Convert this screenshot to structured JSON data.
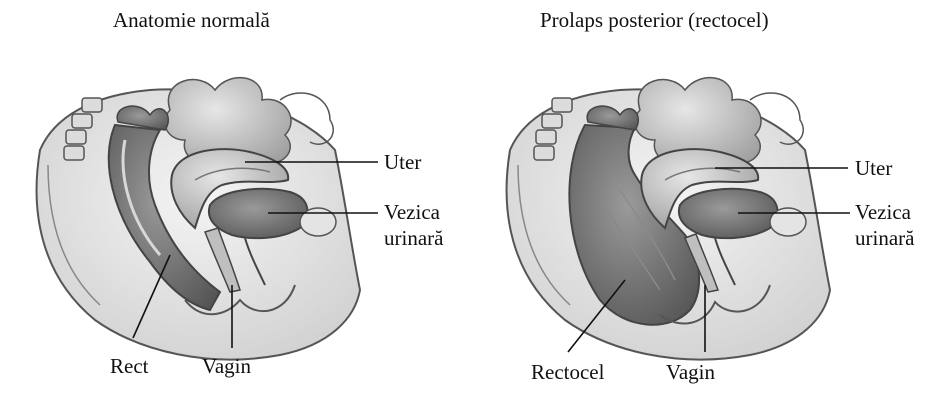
{
  "left_panel": {
    "title": "Anatomie normală",
    "labels": {
      "uter": "Uter",
      "vezica_l1": "Vezica",
      "vezica_l2": "urinară",
      "rect": "Rect",
      "vagin": "Vagin"
    }
  },
  "right_panel": {
    "title": "Prolaps posterior (rectocel)",
    "labels": {
      "uter": "Uter",
      "vezica_l1": "Vezica",
      "vezica_l2": "urinară",
      "rectocel": "Rectocel",
      "vagin": "Vagin"
    }
  },
  "colors": {
    "outline": "#4a4a4a",
    "skin": "#e9e9e9",
    "organ_light": "#d4d4d4",
    "organ_mid": "#a8a8a8",
    "organ_dark": "#6e6e6e",
    "leader": "#111111"
  }
}
